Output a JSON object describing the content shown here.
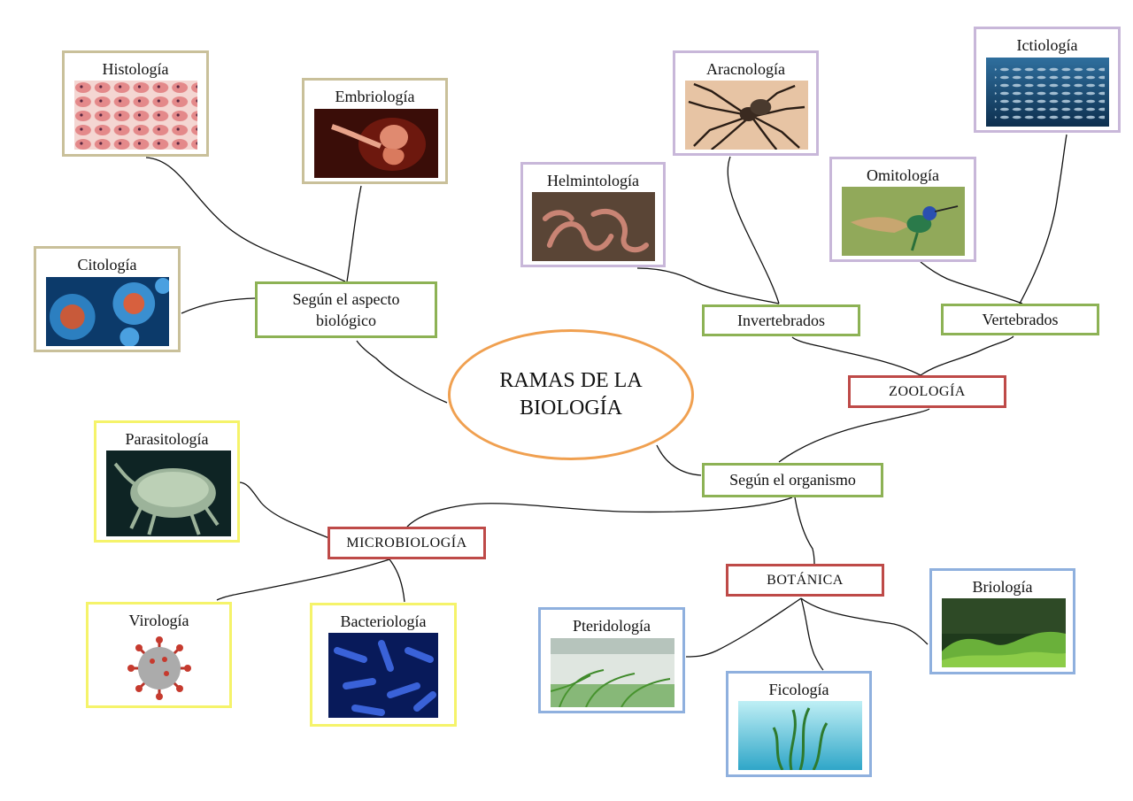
{
  "center": {
    "line1": "RAMAS DE LA",
    "line2": "BIOLOGÍA"
  },
  "categories": {
    "aspecto_line1": "Según el aspecto",
    "aspecto_line2": "biológico",
    "organismo": "Según el organismo",
    "invertebrados": "Invertebrados",
    "vertebrados": "Vertebrados",
    "zoologia": "ZOOLOGÍA",
    "microbiologia": "MICROBIOLOGÍA",
    "botanica": "BOTÁNICA"
  },
  "branches": {
    "histologia": "Histología",
    "embriologia": "Embriología",
    "citologia": "Citología",
    "aracnologia": "Aracnología",
    "ictiologia": "Ictiología",
    "helmintologia": "Helmintología",
    "omitologia": "Omitología",
    "parasitologia": "Parasitología",
    "virologia": "Virología",
    "bacteriologia": "Bacteriología",
    "pteridologia": "Pteridología",
    "ficologia": "Ficología",
    "briologia": "Briología"
  },
  "colors": {
    "category_border": "#8db255",
    "kingdom_border": "#be4a48",
    "center_border": "#f0a050",
    "aspect_card_border": "#c9c09a",
    "zoology_card_border": "#c8b7d9",
    "micro_card_border": "#f5f36a",
    "botany_card_border": "#8fb0de"
  }
}
